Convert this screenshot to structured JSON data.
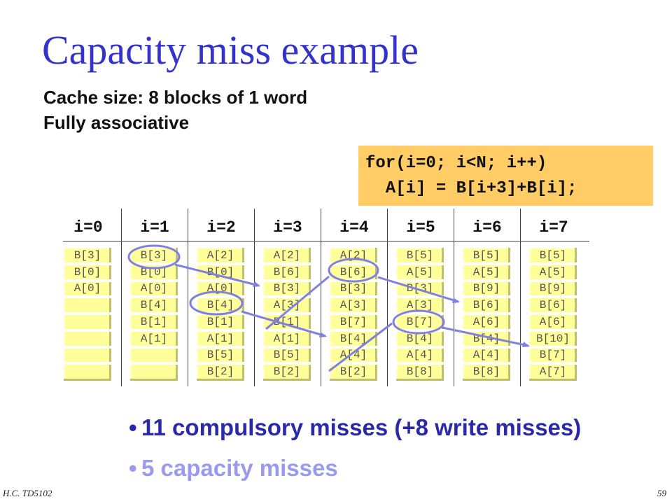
{
  "title": "Capacity miss example",
  "subtitle_lines": [
    "Cache size: 8 blocks of 1 word",
    "Fully associative"
  ],
  "code": [
    "for(i=0; i<N; i++)",
    "  A[i] = B[i+3]+B[i];"
  ],
  "iterations": [
    "i=0",
    "i=1",
    "i=2",
    "i=3",
    "i=4",
    "i=5",
    "i=6",
    "i=7"
  ],
  "cache_columns": [
    [
      "B[3]",
      "B[0]",
      "A[0]",
      "",
      "",
      "",
      "",
      ""
    ],
    [
      "B[3]",
      "B[0]",
      "A[0]",
      "B[4]",
      "B[1]",
      "A[1]",
      "",
      ""
    ],
    [
      "A[2]",
      "B[0]",
      "A[0]",
      "B[4]",
      "B[1]",
      "A[1]",
      "B[5]",
      "B[2]"
    ],
    [
      "A[2]",
      "B[6]",
      "B[3]",
      "A[3]",
      "B[1]",
      "A[1]",
      "B[5]",
      "B[2]"
    ],
    [
      "A[2]",
      "B[6]",
      "B[3]",
      "A[3]",
      "B[7]",
      "B[4]",
      "A[4]",
      "B[2]"
    ],
    [
      "B[5]",
      "A[5]",
      "B[3]",
      "A[3]",
      "B[7]",
      "B[4]",
      "A[4]",
      "B[8]"
    ],
    [
      "B[5]",
      "A[5]",
      "B[9]",
      "B[6]",
      "A[6]",
      "B[4]",
      "A[4]",
      "B[8]"
    ],
    [
      "B[5]",
      "A[5]",
      "B[9]",
      "B[6]",
      "A[6]",
      "B[10]",
      "B[7]",
      "A[7]"
    ]
  ],
  "bullets": [
    "11 compulsory misses (+8 write misses)",
    "5 capacity misses"
  ],
  "footer": {
    "left": "H.C.  TD5102",
    "right": "59"
  },
  "colors": {
    "title": "#3333cc",
    "cache_cell": "#ffff99",
    "code_box": "#ffcc66",
    "annotation": "#8080e0",
    "bullet_1": "#2a2aa8",
    "bullet_2": "#9a9af0"
  }
}
